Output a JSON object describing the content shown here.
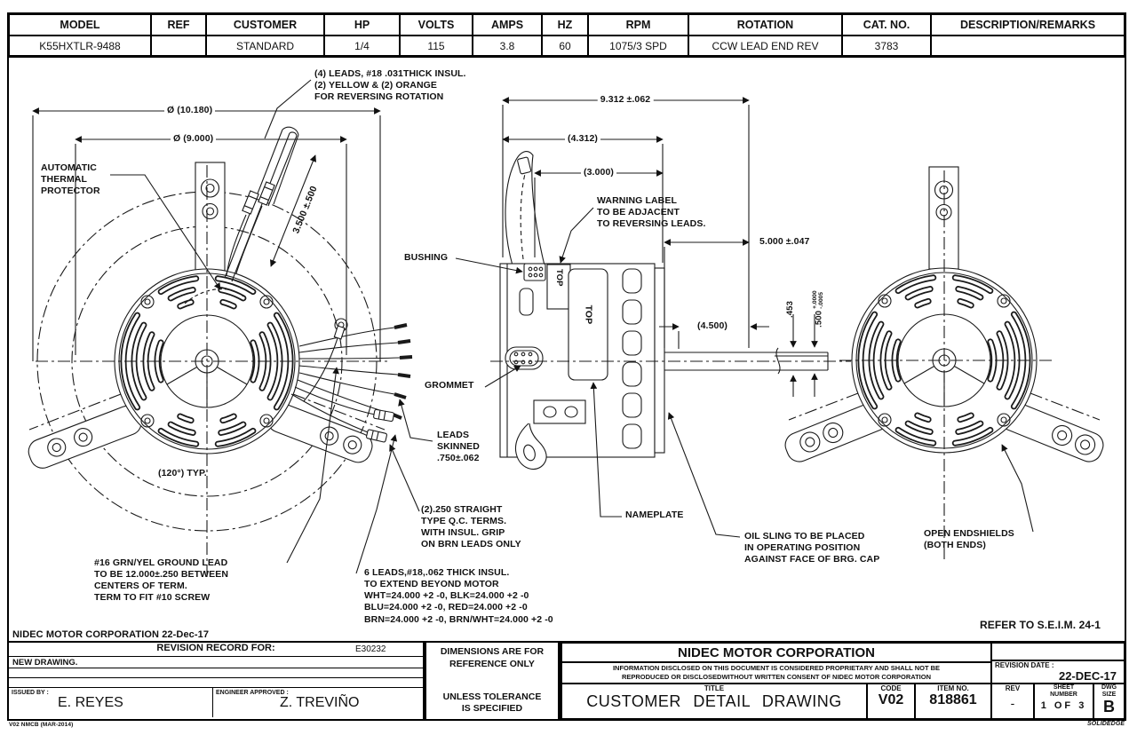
{
  "spec_table": {
    "headers": [
      "MODEL",
      "REF",
      "CUSTOMER",
      "HP",
      "VOLTS",
      "AMPS",
      "HZ",
      "RPM",
      "ROTATION",
      "CAT. NO.",
      "DESCRIPTION/REMARKS"
    ],
    "values": [
      "K55HXTLR-9488",
      "",
      "STANDARD",
      "1/4",
      "115",
      "3.8",
      "60",
      "1075/3 SPD",
      "CCW LEAD END REV",
      "3783",
      ""
    ]
  },
  "annotations": {
    "leads4": "(4) LEADS, #18 .031THICK INSUL.\n(2) YELLOW & (2) ORANGE\nFOR REVERSING ROTATION",
    "dia_outer": "Ø (10.180)",
    "dia_inner": "Ø (9.000)",
    "thermal": "AUTOMATIC\nTHERMAL\nPROTECTOR",
    "dim_3500": "3.500 ±.500",
    "dim_9312": "9.312 ±.062",
    "dim_4312": "(4.312)",
    "dim_3000": "(3.000)",
    "warning": "WARNING LABEL\nTO BE ADJACENT\nTO REVERSING LEADS.",
    "dim_5000": "5.000 ±.047",
    "bushing": "BUSHING",
    "top_small": "TOP",
    "top_large": "TOP",
    "dim_453": ".453",
    "dim_500": ".500",
    "dim_500_tol_up": "+.0000",
    "dim_500_tol_dn": "-.0005",
    "dim_4500": "(4.500)",
    "grommet": "GROMMET",
    "leads_skinned": "LEADS\nSKINNED\n.750±.062",
    "typ_120": "(120°) TYP.",
    "qc_terms": "(2).250 STRAIGHT\nTYPE Q.C. TERMS.\nWITH INSUL. GRIP\nON BRN LEADS ONLY",
    "nameplate": "NAMEPLATE",
    "ground_lead": "#16 GRN/YEL GROUND LEAD\nTO BE 12.000±.250 BETWEEN\nCENTERS OF TERM.\nTERM TO FIT #10 SCREW",
    "leads6": "6 LEADS,#18,.062 THICK INSUL.\nTO EXTEND BEYOND MOTOR\nWHT=24.000 +2 -0, BLK=24.000 +2 -0\nBLU=24.000 +2 -0, RED=24.000 +2 -0\nBRN=24.000 +2 -0, BRN/WHT=24.000 +2 -0",
    "oil_sling": "OIL SLING TO BE PLACED\nIN OPERATING POSITION\nAGAINST FACE OF BRG. CAP",
    "open_endshields": "OPEN ENDSHIELDS\n(BOTH ENDS)",
    "refer": "REFER TO S.E.I.M. 24-1",
    "corp_date": "NIDEC MOTOR CORPORATION 22-Dec-17"
  },
  "title_block": {
    "revision_record_label": "REVISION RECORD FOR:",
    "revision_record_number": "E30232",
    "revision_note": "NEW DRAWING.",
    "issued_by_label": "ISSUED BY :",
    "issued_by": "E. REYES",
    "engineer_label": "ENGINEER APPROVED :",
    "engineer": "Z. TREVIÑO",
    "form_code": "V02 NMCB (MAR-2014)",
    "dims_note": "DIMENSIONS ARE FOR\nREFERENCE ONLY",
    "tolerance_note": "UNLESS TOLERANCE\nIS SPECIFIED",
    "company": "NIDEC MOTOR CORPORATION",
    "proprietary": "INFORMATION DISCLOSED ON THIS DOCUMENT IS CONSIDERED PROPRIETARY AND SHALL NOT BE\nREPRODUCED OR DISCLOSEDWITHOUT WRITTEN CONSENT OF NIDEC MOTOR CORPORATION",
    "title_label": "TITLE",
    "title": "CUSTOMER DETAIL DRAWING",
    "code_label": "CODE",
    "code": "V02",
    "item_label": "ITEM NO.",
    "item": "818861",
    "rev_label": "REV",
    "rev": "-",
    "sheet_label": "SHEET\nNUMBER",
    "sheet": "1 OF 3",
    "size_label": "DWG\nSIZE",
    "size": "B",
    "revision_date_label": "REVISION DATE :",
    "revision_date": "22-DEC-17",
    "cad": "SOLIDEDGE"
  }
}
